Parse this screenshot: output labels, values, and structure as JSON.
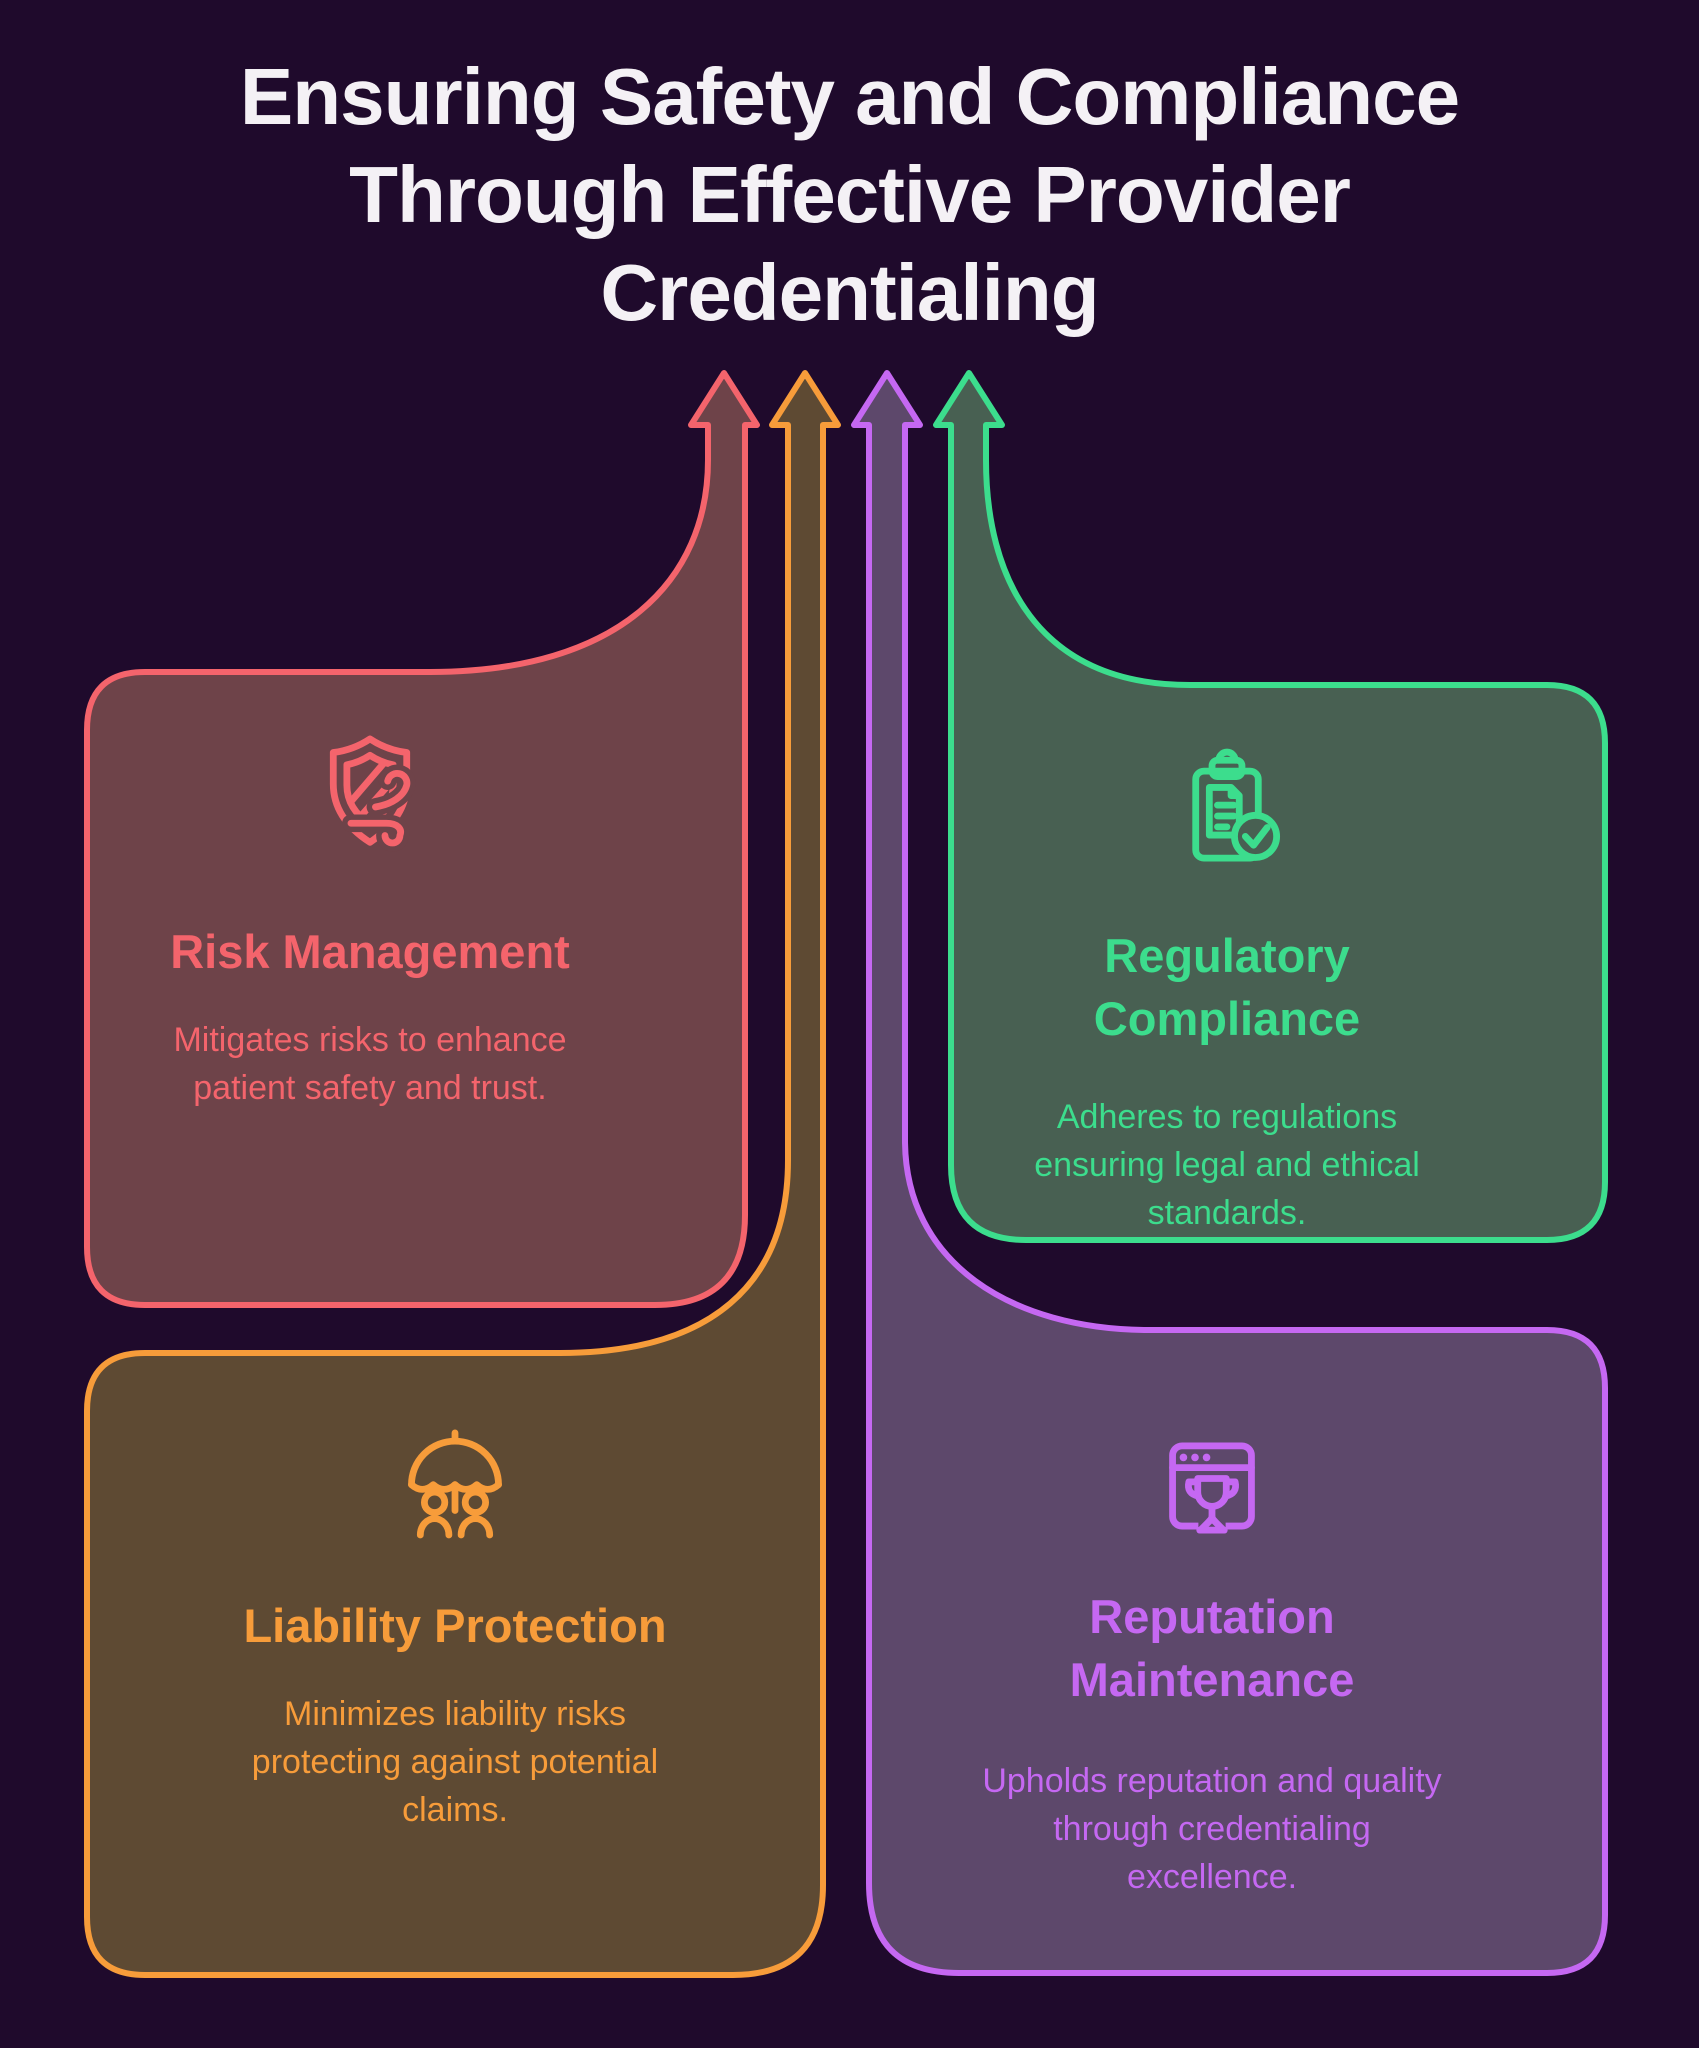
{
  "title": {
    "lines": [
      "Ensuring Safety and Compliance",
      "Through Effective Provider",
      "Credentialing"
    ]
  },
  "colors": {
    "background": "#1f0a2c",
    "title_text": "#f4f1f5"
  },
  "cards": [
    {
      "id": "risk-management",
      "title": "Risk Management",
      "title_lines": [
        "Risk Management"
      ],
      "description_lines": [
        "Mitigates risks to enhance",
        "patient safety and trust."
      ],
      "icon": "shield-wind-icon",
      "colors": {
        "accent": "#f4646c",
        "fill": "#6e4349"
      }
    },
    {
      "id": "liability-protection",
      "title": "Liability Protection",
      "title_lines": [
        "Liability Protection"
      ],
      "description_lines": [
        "Minimizes liability risks",
        "protecting against potential",
        "claims."
      ],
      "icon": "umbrella-people-icon",
      "colors": {
        "accent": "#f79c3a",
        "fill": "#5e4a33"
      }
    },
    {
      "id": "reputation-maintenance",
      "title": "Reputation Maintenance",
      "title_lines": [
        "Reputation",
        "Maintenance"
      ],
      "description_lines": [
        "Upholds reputation and quality",
        "through credentialing",
        "excellence."
      ],
      "icon": "browser-trophy-icon",
      "colors": {
        "accent": "#c568f2",
        "fill": "#5d486b"
      }
    },
    {
      "id": "regulatory-compliance",
      "title": "Regulatory Compliance",
      "title_lines": [
        "Regulatory",
        "Compliance"
      ],
      "description_lines": [
        "Adheres to regulations",
        "ensuring legal and ethical",
        "standards."
      ],
      "icon": "clipboard-check-icon",
      "colors": {
        "accent": "#3cdd8d",
        "fill": "#486052"
      }
    }
  ]
}
